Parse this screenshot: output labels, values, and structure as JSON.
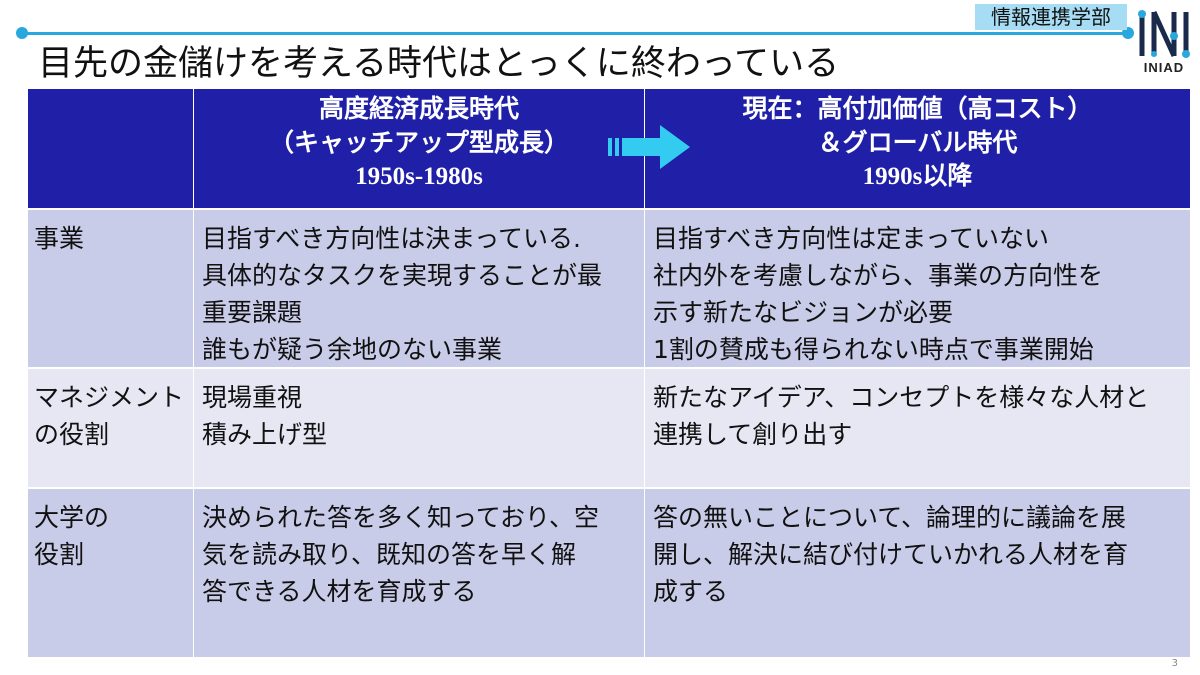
{
  "header": {
    "department": "情報連携学部",
    "logo_text": "INIAD",
    "title": "目先の金儲けを考える時代はとっくに終わっている"
  },
  "table": {
    "col1": {
      "line1": "高度経済成長時代",
      "line2": "（キャッチアップ型成長）",
      "years": "1950s-1980s"
    },
    "col2": {
      "line1": "現在：高付加価値（高コスト）",
      "line2": "＆グローバル時代",
      "years": "1990s以降"
    },
    "rows": [
      {
        "label": [
          "事業"
        ],
        "past": [
          "目指すべき方向性は決まっている.",
          "具体的なタスクを実現することが最",
          "重要課題",
          "誰もが疑う余地のない事業"
        ],
        "present": [
          "目指すべき方向性は定まっていない",
          "社内外を考慮しながら、事業の方向性を",
          "示す新たなビジョンが必要",
          "1割の賛成も得られない時点で事業開始"
        ]
      },
      {
        "label": [
          "マネジメント",
          "の役割"
        ],
        "past": [
          "現場重視",
          "積み上げ型"
        ],
        "present": [
          "新たなアイデア、コンセプトを様々な人材と",
          "連携して創り出す"
        ]
      },
      {
        "label": [
          "大学の",
          "役割"
        ],
        "past": [
          "決められた答を多く知っており、空",
          "気を読み取り、既知の答を早く解",
          "答できる人材を育成する"
        ],
        "present": [
          "答の無いことについて、論理的に議論を展",
          "開し、解決に結び付けていかれる人材を育",
          "成する"
        ]
      }
    ]
  },
  "footer": {
    "page_number": "3"
  },
  "colors": {
    "header_bg": "#1f1fa8",
    "row_dark": "#c9cce8",
    "row_light": "#e6e7f3",
    "accent": "#29a8e0",
    "arrow": "#33ccf0"
  }
}
